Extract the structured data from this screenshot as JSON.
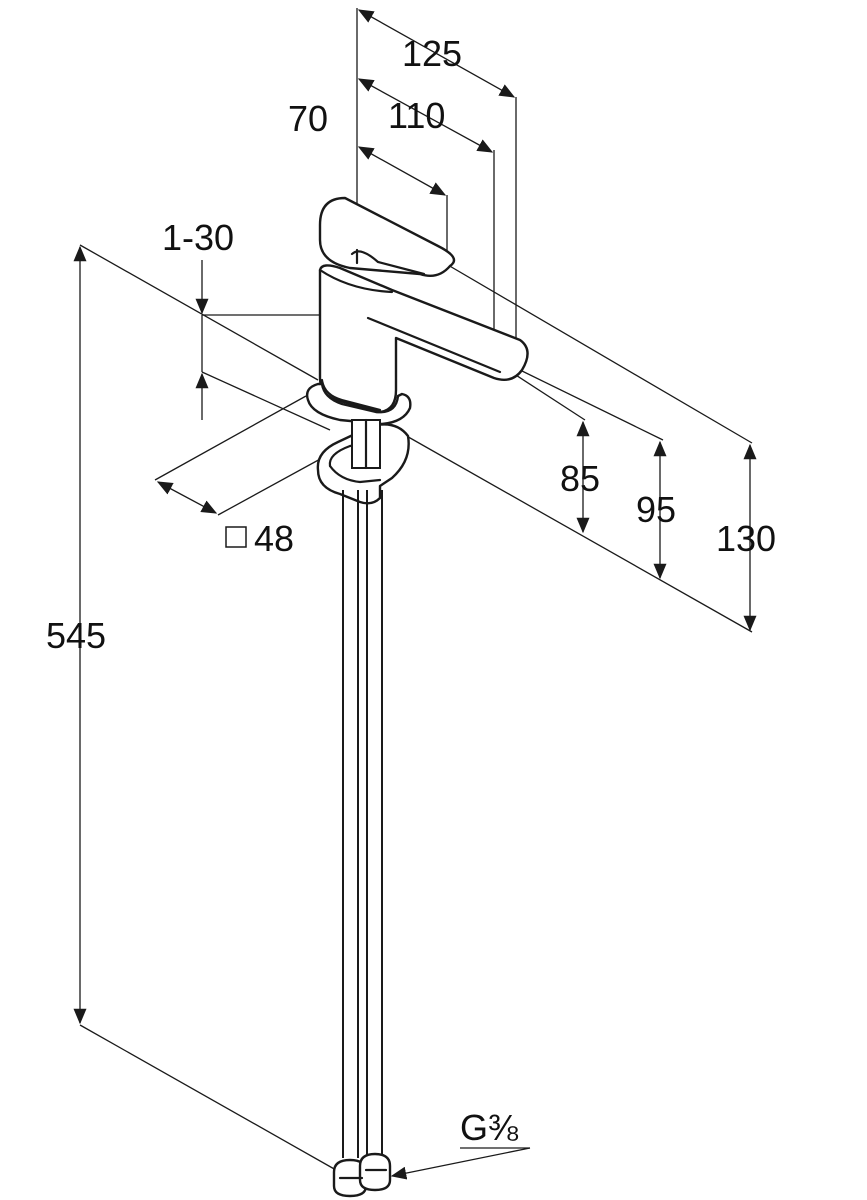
{
  "dimensions": {
    "top_125": "125",
    "top_110": "110",
    "spout_70": "70",
    "deck_range": "1-30",
    "base_square_symbol": "□",
    "base_square": "48",
    "height_85": "85",
    "height_95": "95",
    "height_130": "130",
    "total_length": "545",
    "thread_g": "G",
    "thread_fraction": "⅜"
  },
  "colors": {
    "line": "#1a1a1a",
    "text": "#111111",
    "background": "#ffffff"
  }
}
